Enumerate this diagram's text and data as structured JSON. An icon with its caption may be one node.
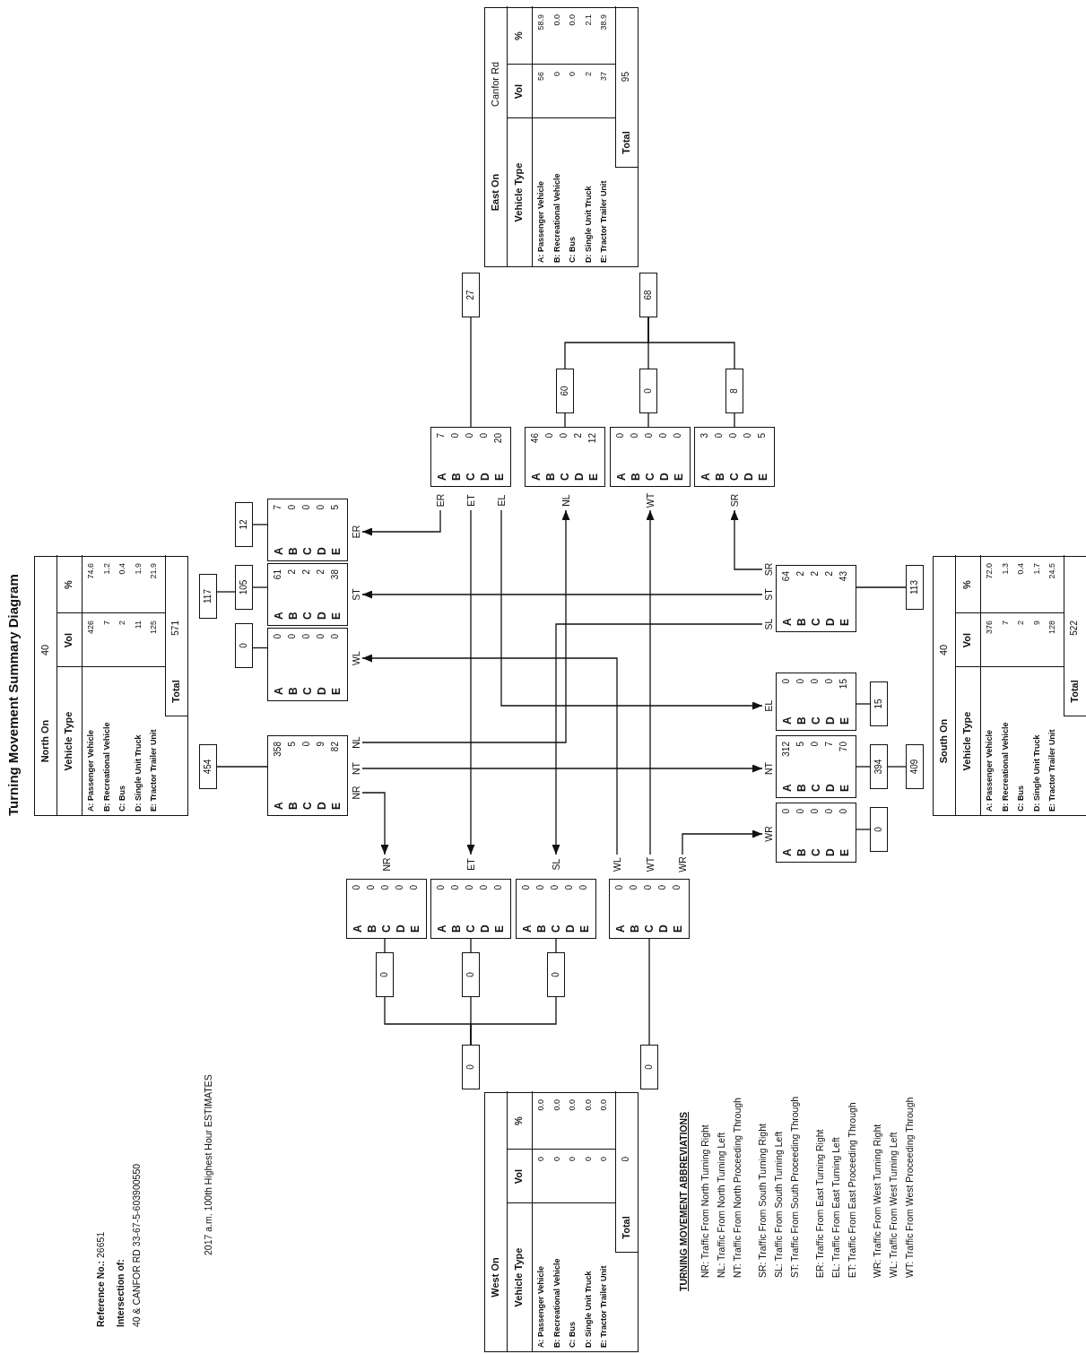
{
  "diagram": {
    "title": "Turning Movement Summary Diagram",
    "nodes": [
      {
        "text": [
          "North On",
          "40",
          "Vehicle Type",
          "Vol",
          "%",
          "A: Passenger Vehicle",
          "426",
          "74.6",
          "B: Recreational Vehicle",
          "7",
          "1.2",
          "C: Bus",
          "2",
          "0.4",
          "D: Single Unit Truck",
          "11",
          "1.9",
          "E: Tractor Trailer Unit",
          "125",
          "21.9",
          "Total",
          "571"
        ]
      },
      {
        "text": [
          "454"
        ]
      },
      {
        "text": [
          "117"
        ]
      },
      {
        "text": [
          "0"
        ]
      },
      {
        "text": [
          "105"
        ]
      },
      {
        "text": [
          "12"
        ]
      },
      {
        "text": [
          "A",
          "358",
          "B",
          "5",
          "C",
          "0",
          "D",
          "9",
          "E",
          "82"
        ]
      },
      {
        "text": [
          "A",
          "0",
          "B",
          "0",
          "C",
          "0",
          "D",
          "0",
          "E",
          "0"
        ]
      },
      {
        "text": [
          "A",
          "61",
          "B",
          "2",
          "C",
          "2",
          "D",
          "2",
          "E",
          "38"
        ]
      },
      {
        "text": [
          "A",
          "7",
          "B",
          "0",
          "C",
          "0",
          "D",
          "0",
          "E",
          "5"
        ]
      },
      {
        "text": [
          "NR"
        ]
      },
      {
        "text": [
          "NT"
        ]
      },
      {
        "text": [
          "NL"
        ]
      },
      {
        "text": [
          "WL"
        ]
      },
      {
        "text": [
          "ST"
        ]
      },
      {
        "text": [
          "ER"
        ]
      },
      {
        "text": [
          "West On",
          "Vehicle Type",
          "Vol",
          "%",
          "A: Passenger Vehicle",
          "0",
          "0.0",
          "B: Recreational Vehicle",
          "0",
          "0.0",
          "C: Bus",
          "0",
          "0.0",
          "D: Single Unit Truck",
          "0",
          "0.0",
          "E: Tractor Trailer Unit",
          "0",
          "0.0",
          "Total",
          "0"
        ]
      },
      {
        "text": [
          "0"
        ]
      },
      {
        "text": [
          "0"
        ]
      },
      {
        "text": [
          "0"
        ]
      },
      {
        "text": [
          "0"
        ]
      },
      {
        "text": [
          "0"
        ]
      },
      {
        "text": [
          "A",
          "0",
          "B",
          "0",
          "C",
          "0",
          "D",
          "0",
          "E",
          "0"
        ]
      },
      {
        "text": [
          "A",
          "0",
          "B",
          "0",
          "C",
          "0",
          "D",
          "0",
          "E",
          "0"
        ]
      },
      {
        "text": [
          "A",
          "0",
          "B",
          "0",
          "C",
          "0",
          "D",
          "0",
          "E",
          "0"
        ]
      },
      {
        "text": [
          "A",
          "0",
          "B",
          "0",
          "C",
          "0",
          "D",
          "0",
          "E",
          "0"
        ]
      },
      {
        "text": [
          "NR"
        ]
      },
      {
        "text": [
          "ET"
        ]
      },
      {
        "text": [
          "SL"
        ]
      },
      {
        "text": [
          "WL"
        ]
      },
      {
        "text": [
          "WT"
        ]
      },
      {
        "text": [
          "WR"
        ]
      },
      {
        "text": [
          "East On",
          "Canfor Rd",
          "Vehicle Type",
          "Vol",
          "%",
          "A: Passenger Vehicle",
          "56",
          "58.9",
          "B: Recreational Vehicle",
          "0",
          "0.0",
          "C: Bus",
          "0",
          "0.0",
          "D: Single Unit Truck",
          "2",
          "2.1",
          "E: Tractor Trailer Unit",
          "37",
          "38.9",
          "Total",
          "95"
        ]
      },
      {
        "text": [
          "27"
        ]
      },
      {
        "text": [
          "68"
        ]
      },
      {
        "text": [
          "60"
        ]
      },
      {
        "text": [
          "0"
        ]
      },
      {
        "text": [
          "8"
        ]
      },
      {
        "text": [
          "A",
          "7",
          "B",
          "0",
          "C",
          "0",
          "D",
          "0",
          "E",
          "20"
        ]
      },
      {
        "text": [
          "A",
          "46",
          "B",
          "0",
          "C",
          "0",
          "D",
          "2",
          "E",
          "12"
        ]
      },
      {
        "text": [
          "A",
          "0",
          "B",
          "0",
          "C",
          "0",
          "D",
          "0",
          "E",
          "0"
        ]
      },
      {
        "text": [
          "A",
          "3",
          "B",
          "0",
          "C",
          "0",
          "D",
          "0",
          "E",
          "5"
        ]
      },
      {
        "text": [
          "ER"
        ]
      },
      {
        "text": [
          "ET"
        ]
      },
      {
        "text": [
          "EL"
        ]
      },
      {
        "text": [
          "NL"
        ]
      },
      {
        "text": [
          "WT"
        ]
      },
      {
        "text": [
          "SR"
        ]
      },
      {
        "text": [
          "South On",
          "40",
          "Vehicle Type",
          "Vol",
          "%",
          "A: Passenger Vehicle",
          "376",
          "72.0",
          "B: Recreational Vehicle",
          "7",
          "1.3",
          "C: Bus",
          "2",
          "0.4",
          "D: Single Unit Truck",
          "9",
          "1.7",
          "E: Tractor Trailer Unit",
          "128",
          "24.5",
          "Total",
          "522"
        ]
      },
      {
        "text": [
          "113"
        ]
      },
      {
        "text": [
          "15"
        ]
      },
      {
        "text": [
          "394"
        ]
      },
      {
        "text": [
          "409"
        ]
      },
      {
        "text": [
          "0"
        ]
      },
      {
        "text": [
          "A",
          "64",
          "B",
          "2",
          "C",
          "2",
          "D",
          "2",
          "E",
          "43"
        ]
      },
      {
        "text": [
          "A",
          "0",
          "B",
          "0",
          "C",
          "0",
          "D",
          "0",
          "E",
          "15"
        ]
      },
      {
        "text": [
          "A",
          "312",
          "B",
          "5",
          "C",
          "0",
          "D",
          "7",
          "E",
          "70"
        ]
      },
      {
        "text": [
          "A",
          "0",
          "B",
          "0",
          "C",
          "0",
          "D",
          "0",
          "E",
          "0"
        ]
      },
      {
        "text": [
          "SL"
        ]
      },
      {
        "text": [
          "ST"
        ]
      },
      {
        "text": [
          "SR"
        ]
      },
      {
        "text": [
          "EL"
        ]
      },
      {
        "text": [
          "NT"
        ]
      },
      {
        "text": [
          "WR"
        ]
      }
    ],
    "edges": [
      {
        "from": 1,
        "to": 6,
        "arrow": "none"
      },
      {
        "from": 2,
        "to": 4,
        "arrow": "none"
      },
      {
        "from": 4,
        "to": 8,
        "arrow": "none"
      },
      {
        "from": 3,
        "to": 7,
        "arrow": "none"
      },
      {
        "from": 5,
        "to": 9,
        "arrow": "none"
      },
      {
        "from": 10,
        "to": 26,
        "arrow": "to"
      },
      {
        "from": 11,
        "to": 62,
        "arrow": "to"
      },
      {
        "from": 12,
        "to": 45,
        "arrow": "to"
      },
      {
        "from": 19,
        "to": 22,
        "arrow": "none"
      },
      {
        "from": 20,
        "to": 23,
        "arrow": "none"
      },
      {
        "from": 21,
        "to": 24,
        "arrow": "none"
      },
      {
        "from": 19,
        "to": 17,
        "arrow": "none"
      },
      {
        "from": 20,
        "to": 17,
        "arrow": "none"
      },
      {
        "from": 21,
        "to": 17,
        "arrow": "none"
      },
      {
        "from": 25,
        "to": 18,
        "arrow": "none"
      },
      {
        "from": 29,
        "to": 13,
        "arrow": "to"
      },
      {
        "from": 30,
        "to": 46,
        "arrow": "to"
      },
      {
        "from": 31,
        "to": 63,
        "arrow": "to"
      },
      {
        "from": 38,
        "to": 33,
        "arrow": "none"
      },
      {
        "from": 39,
        "to": 35,
        "arrow": "none"
      },
      {
        "from": 40,
        "to": 36,
        "arrow": "none"
      },
      {
        "from": 41,
        "to": 37,
        "arrow": "none"
      },
      {
        "from": 35,
        "to": 34,
        "arrow": "none"
      },
      {
        "from": 36,
        "to": 34,
        "arrow": "none"
      },
      {
        "from": 37,
        "to": 34,
        "arrow": "none"
      },
      {
        "from": 42,
        "to": 15,
        "arrow": "to"
      },
      {
        "from": 43,
        "to": 27,
        "arrow": "to"
      },
      {
        "from": 44,
        "to": 61,
        "arrow": "to"
      },
      {
        "from": 54,
        "to": 49,
        "arrow": "none"
      },
      {
        "from": 55,
        "to": 50,
        "arrow": "none"
      },
      {
        "from": 56,
        "to": 51,
        "arrow": "none"
      },
      {
        "from": 51,
        "to": 52,
        "arrow": "none"
      },
      {
        "from": 57,
        "to": 53,
        "arrow": "none"
      },
      {
        "from": 58,
        "to": 28,
        "arrow": "to"
      },
      {
        "from": 59,
        "to": 14,
        "arrow": "to"
      },
      {
        "from": 60,
        "to": 47,
        "arrow": "to"
      }
    ],
    "labels": [
      "**Reference No.:** 26651",
      "Intersection of:",
      "40 & CANFOR RD 33-67-5-603900550",
      "2017 a.m. 100th Highest Hour ESTIMATES",
      "TURNING MOVEMENT ABBREVIATIONS",
      "NR: Traffic From North Turning Right",
      "NL: Traffic From North Turning Left",
      "NT: Traffic From North Proceeding Through",
      "SR: Traffic From South Turning Right",
      "SL: Traffic From South Turning Left",
      "ST: Traffic From South Proceeding Through",
      "ER: Traffic From East Turning Right",
      "EL: Traffic From East Turning Left",
      "ET: Traffic From East Proceeding Through",
      "WR: Traffic From West Turning Right",
      "WL: Traffic From West Turning Left",
      "WT: Traffic From West Proceeding Through"
    ]
  }
}
